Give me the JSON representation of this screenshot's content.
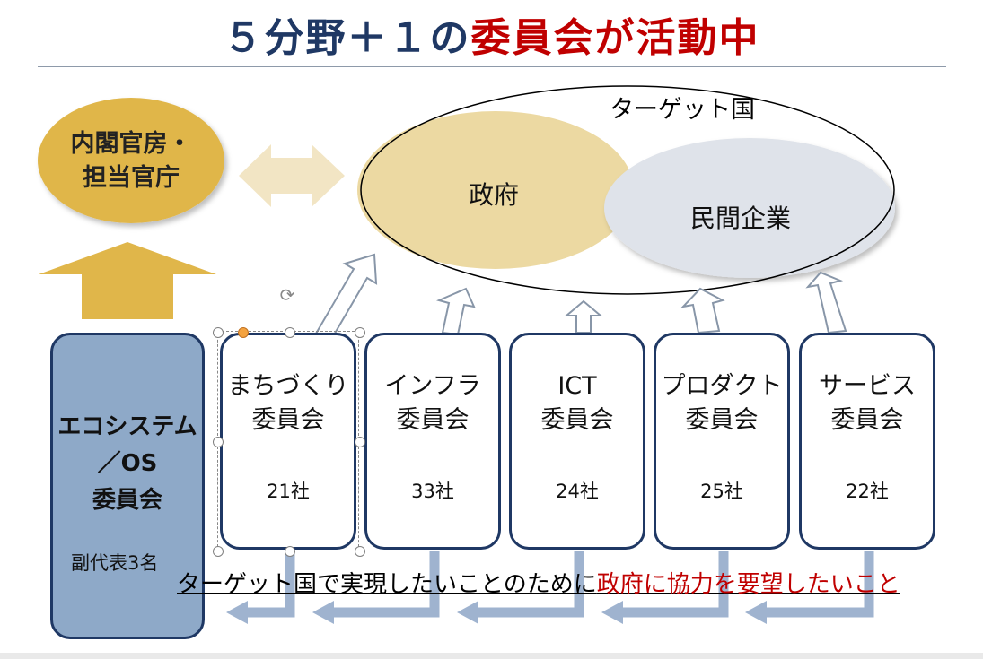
{
  "title": {
    "part_navy": "５分野＋１の",
    "part_red": "委員会が活動中"
  },
  "cabinet": {
    "line1": "内閣官房・",
    "line2": "担当官庁"
  },
  "target": {
    "label": "ターゲット国",
    "government": "政府",
    "private_sector": "民間企業"
  },
  "eco": {
    "line1": "エコシステム",
    "line2": "／OS",
    "line3": "委員会",
    "vice": "副代表3名"
  },
  "committees": [
    {
      "line1": "まちづくり",
      "line2": "委員会",
      "count": "21社"
    },
    {
      "line1": "インフラ",
      "line2": "委員会",
      "count": "33社"
    },
    {
      "line1": "ICT",
      "line2": "委員会",
      "count": "24社"
    },
    {
      "line1": "プロダクト",
      "line2": "委員会",
      "count": "25社"
    },
    {
      "line1": "サービス",
      "line2": "委員会",
      "count": "22社"
    }
  ],
  "caption": {
    "part_black": "ターゲット国で実現したいことのために",
    "part_red": "政府に協力を要望したいこと"
  },
  "icons": {
    "rotate": "rotate-handle-icon"
  },
  "colors": {
    "navy": "#1f3864",
    "red": "#c00000",
    "gold": "#e0b64a",
    "steel": "#8ea9c8"
  }
}
